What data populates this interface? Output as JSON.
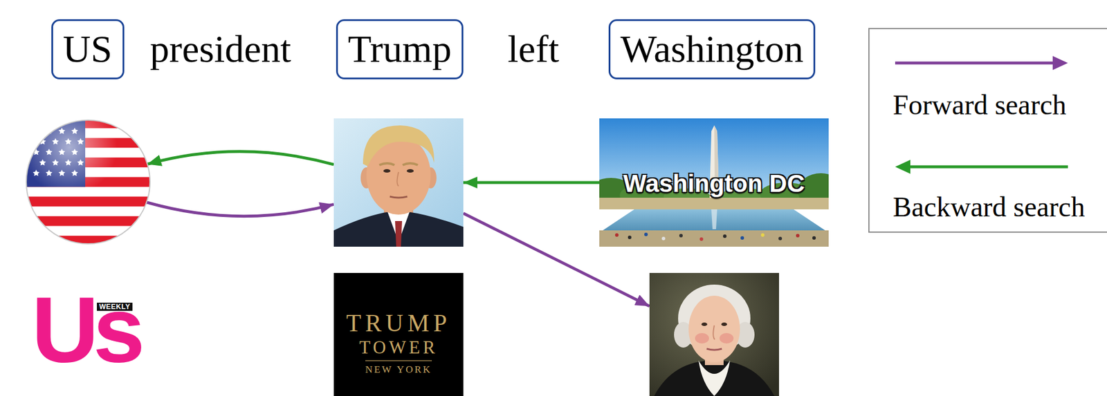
{
  "diagram": {
    "nodes": [
      {
        "text": [
          "US"
        ]
      },
      {
        "text": [
          "Trump"
        ]
      },
      {
        "text": [
          "Washington"
        ]
      },
      {
        "text": []
      },
      {
        "text": []
      },
      {
        "text": [
          "Washington DC"
        ]
      },
      {
        "text": [
          "TRUMP",
          "TOWER",
          "NEW YORK"
        ]
      },
      {
        "text": []
      }
    ],
    "edges": [
      {
        "from": 3,
        "to": 4,
        "arrow": "to"
      },
      {
        "from": 4,
        "to": 3,
        "arrow": "to"
      },
      {
        "from": 5,
        "to": 4,
        "arrow": "to"
      },
      {
        "from": 4,
        "to": 7,
        "arrow": "to"
      }
    ],
    "labels": [
      "president",
      "left",
      "Us",
      "WEEKLY"
    ],
    "legend": [
      {
        "text": "Forward search"
      },
      {
        "text": "Backward search"
      }
    ]
  }
}
